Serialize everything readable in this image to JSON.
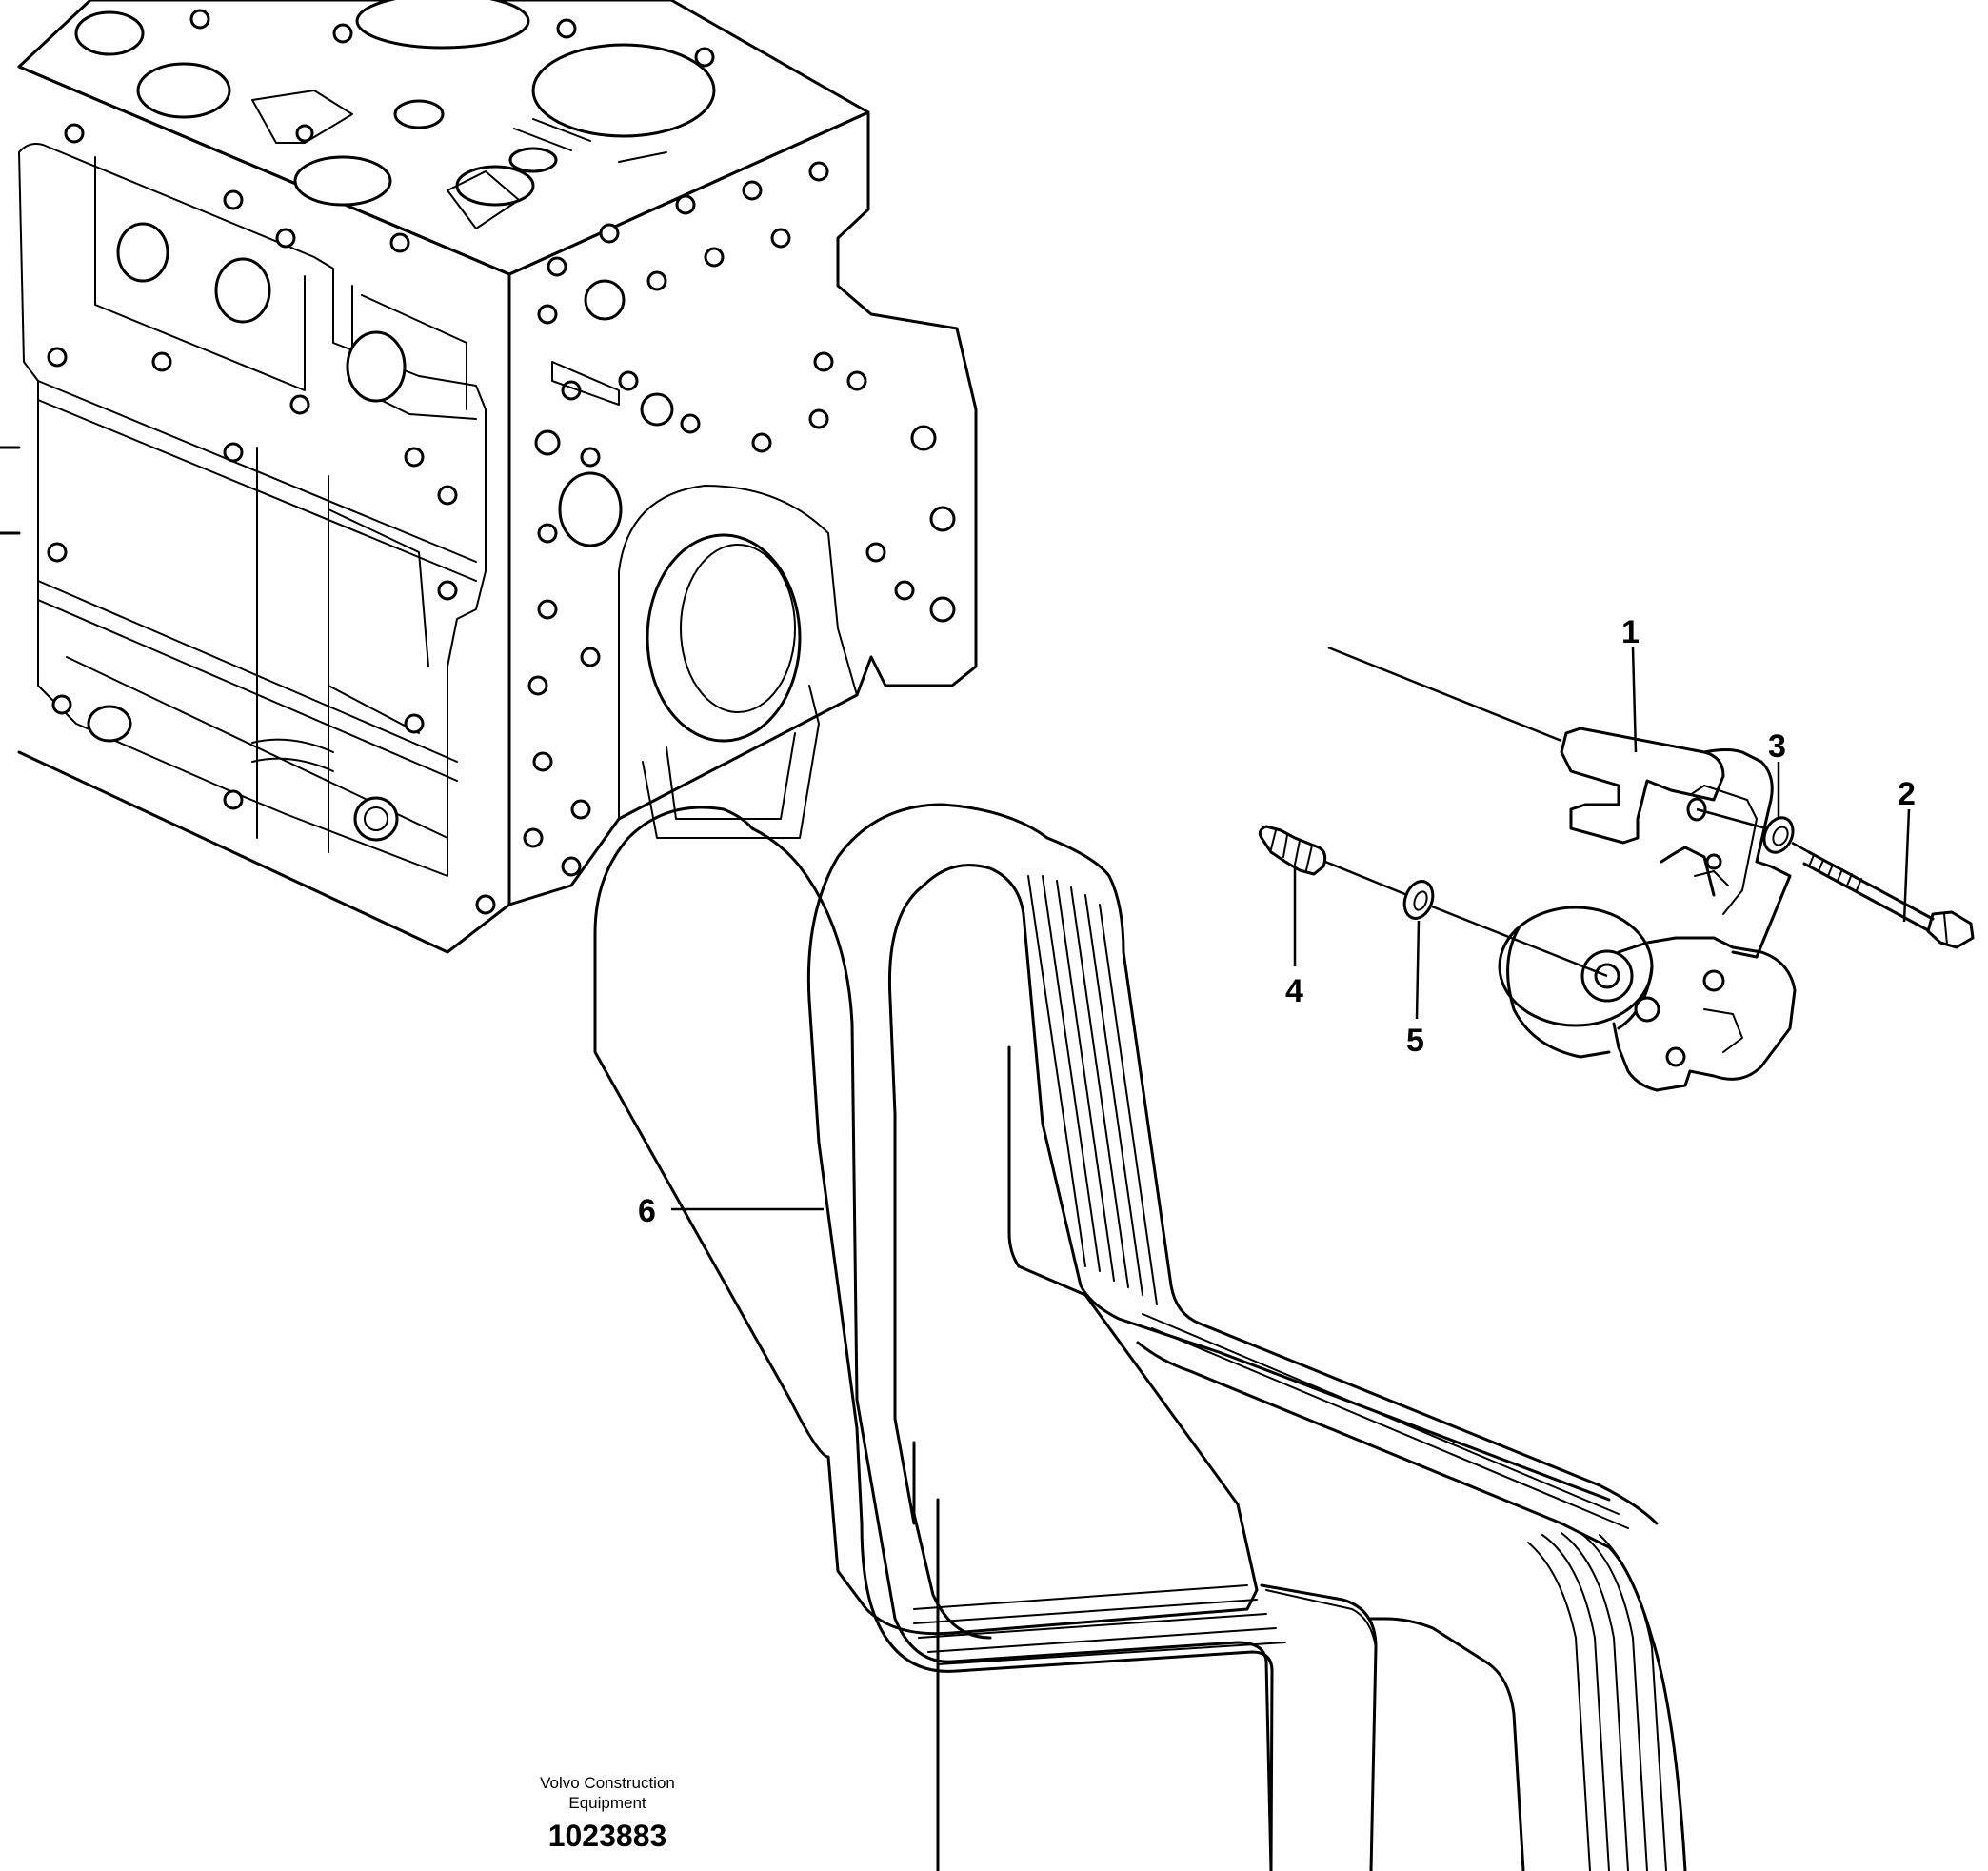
{
  "callouts": [
    {
      "id": "1",
      "label": "1"
    },
    {
      "id": "2",
      "label": "2"
    },
    {
      "id": "3",
      "label": "3"
    },
    {
      "id": "4",
      "label": "4"
    },
    {
      "id": "5",
      "label": "5"
    },
    {
      "id": "6",
      "label": "6"
    }
  ],
  "footer": {
    "company_line1": "Volvo Construction",
    "company_line2": "Equipment",
    "document_number": "1023883"
  }
}
